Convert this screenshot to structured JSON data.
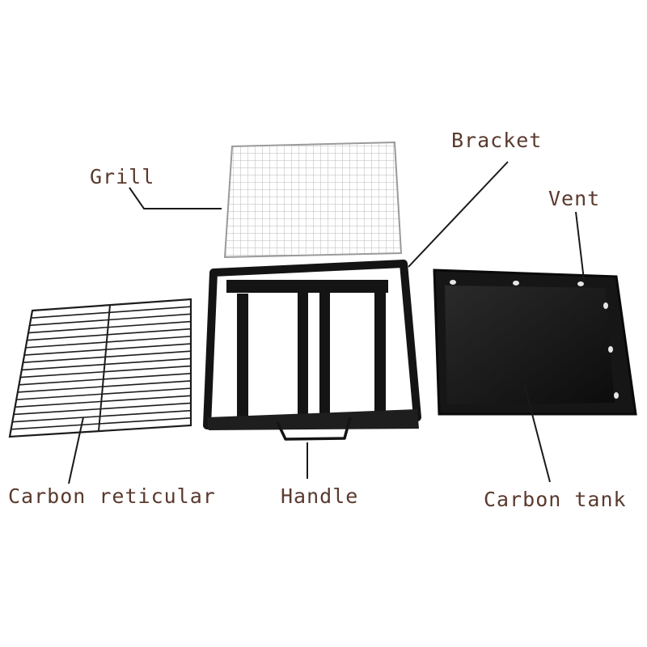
{
  "labels": {
    "grill": "Grill",
    "bracket": "Bracket",
    "vent": "Vent",
    "carbon_reticular": "Carbon reticular",
    "handle": "Handle",
    "carbon_tank": "Carbon tank"
  },
  "colors": {
    "label_text": "#5a3a2e",
    "leader_line": "#1a1a1a",
    "metal_black": "#141414",
    "grill_wire": "#b9b9b9"
  }
}
